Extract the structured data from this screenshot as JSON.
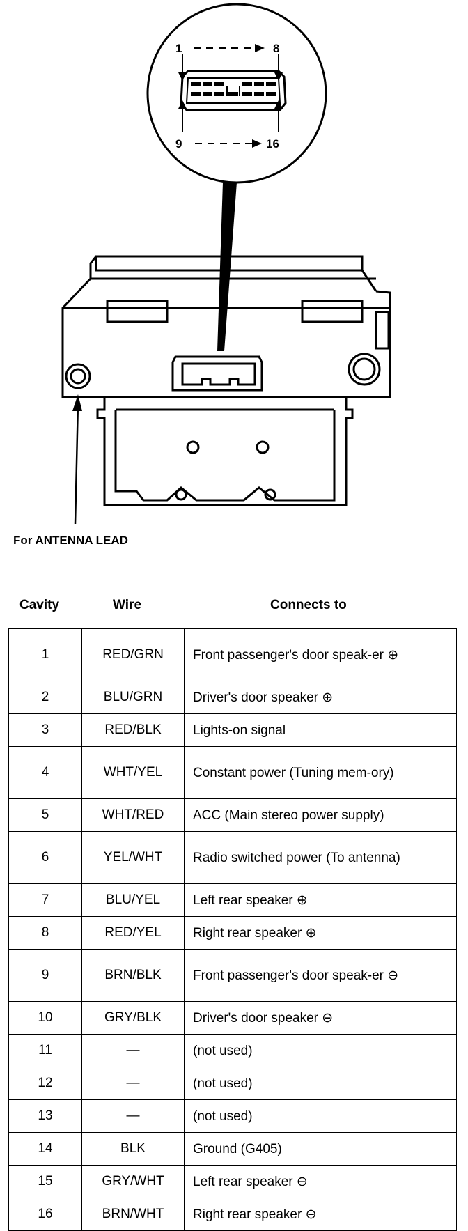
{
  "diagram": {
    "pin_range_top": {
      "start": "1",
      "end": "8"
    },
    "pin_range_bottom": {
      "start": "9",
      "end": "16"
    },
    "antenna_caption": "For ANTENNA LEAD"
  },
  "table": {
    "headers": {
      "cavity": "Cavity",
      "wire": "Wire",
      "connects_to": "Connects to"
    },
    "rows": [
      {
        "cavity": "1",
        "wire": "RED/GRN",
        "connects_to": "Front passenger's door speak-er ⊕"
      },
      {
        "cavity": "2",
        "wire": "BLU/GRN",
        "connects_to": "Driver's door speaker ⊕"
      },
      {
        "cavity": "3",
        "wire": "RED/BLK",
        "connects_to": "Lights-on signal"
      },
      {
        "cavity": "4",
        "wire": "WHT/YEL",
        "connects_to": "Constant power (Tuning mem-ory)"
      },
      {
        "cavity": "5",
        "wire": "WHT/RED",
        "connects_to": "ACC (Main stereo power supply)"
      },
      {
        "cavity": "6",
        "wire": "YEL/WHT",
        "connects_to": "Radio switched power (To antenna)"
      },
      {
        "cavity": "7",
        "wire": "BLU/YEL",
        "connects_to": "Left rear speaker ⊕"
      },
      {
        "cavity": "8",
        "wire": "RED/YEL",
        "connects_to": "Right rear speaker ⊕"
      },
      {
        "cavity": "9",
        "wire": "BRN/BLK",
        "connects_to": "Front passenger's door speak-er ⊖"
      },
      {
        "cavity": "10",
        "wire": "GRY/BLK",
        "connects_to": "Driver's door speaker ⊖"
      },
      {
        "cavity": "11",
        "wire": "—",
        "connects_to": "(not used)"
      },
      {
        "cavity": "12",
        "wire": "—",
        "connects_to": "(not used)"
      },
      {
        "cavity": "13",
        "wire": "—",
        "connects_to": "(not used)"
      },
      {
        "cavity": "14",
        "wire": "BLK",
        "connects_to": "Ground (G405)"
      },
      {
        "cavity": "15",
        "wire": "GRY/WHT",
        "connects_to": "Left rear speaker ⊖"
      },
      {
        "cavity": "16",
        "wire": "BRN/WHT",
        "connects_to": "Right rear speaker ⊖"
      }
    ]
  }
}
